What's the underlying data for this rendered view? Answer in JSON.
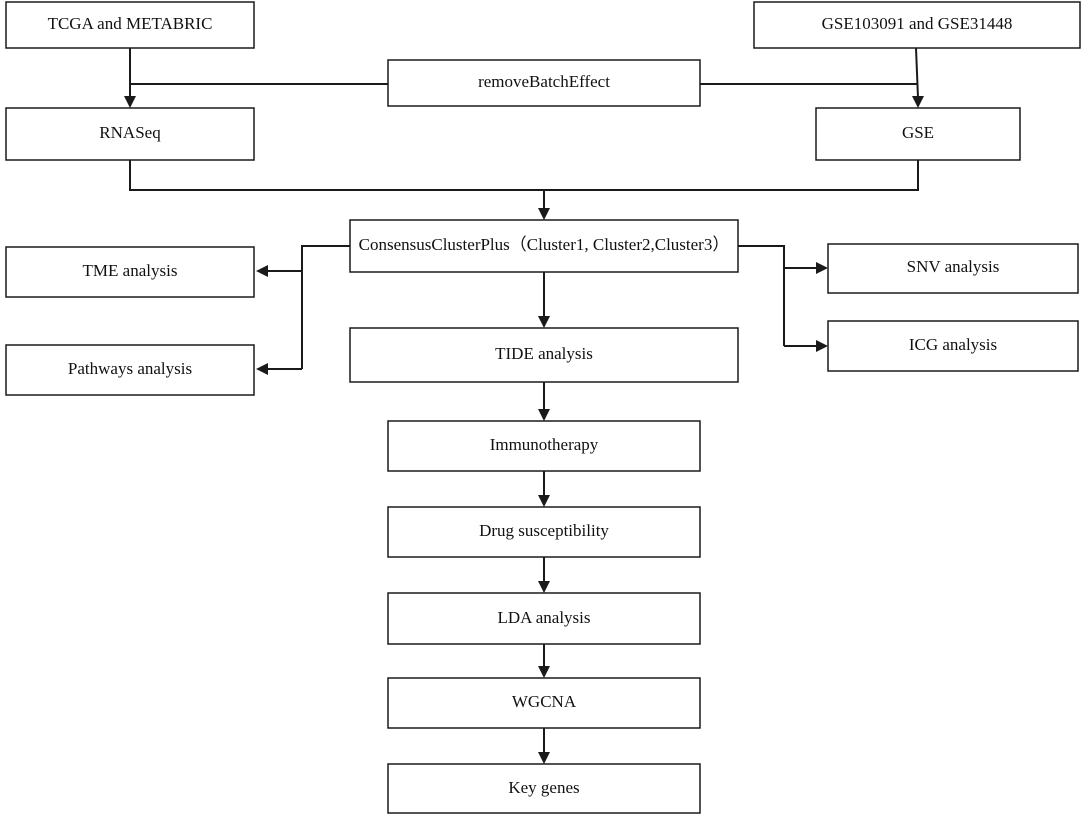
{
  "diagram": {
    "nodes": {
      "tcga": "TCGA and METABRIC",
      "gse_sources": "GSE103091 and GSE31448",
      "remove_batch": "removeBatchEffect",
      "rnaseq": "RNASeq",
      "gse": "GSE",
      "consensus": "ConsensusClusterPlus（Cluster1, Cluster2,Cluster3）",
      "tme": "TME analysis",
      "pathways": "Pathways analysis",
      "tide": "TIDE analysis",
      "snv": "SNV analysis",
      "icg": "ICG analysis",
      "immunotherapy": "Immunotherapy",
      "drug": "Drug susceptibility",
      "lda": "LDA analysis",
      "wgcna": "WGCNA",
      "key_genes": "Key genes"
    },
    "edges": [
      {
        "from": "tcga",
        "to": "rnaseq"
      },
      {
        "from": "gse_sources",
        "to": "gse"
      },
      {
        "from": "remove_batch",
        "to": "rnaseq"
      },
      {
        "from": "remove_batch",
        "to": "gse"
      },
      {
        "from": "rnaseq",
        "to": "consensus"
      },
      {
        "from": "gse",
        "to": "consensus"
      },
      {
        "from": "consensus",
        "to": "tme"
      },
      {
        "from": "consensus",
        "to": "pathways"
      },
      {
        "from": "consensus",
        "to": "tide"
      },
      {
        "from": "consensus",
        "to": "snv"
      },
      {
        "from": "consensus",
        "to": "icg"
      },
      {
        "from": "tide",
        "to": "immunotherapy"
      },
      {
        "from": "immunotherapy",
        "to": "drug"
      },
      {
        "from": "drug",
        "to": "lda"
      },
      {
        "from": "lda",
        "to": "wgcna"
      },
      {
        "from": "wgcna",
        "to": "key_genes"
      }
    ]
  }
}
